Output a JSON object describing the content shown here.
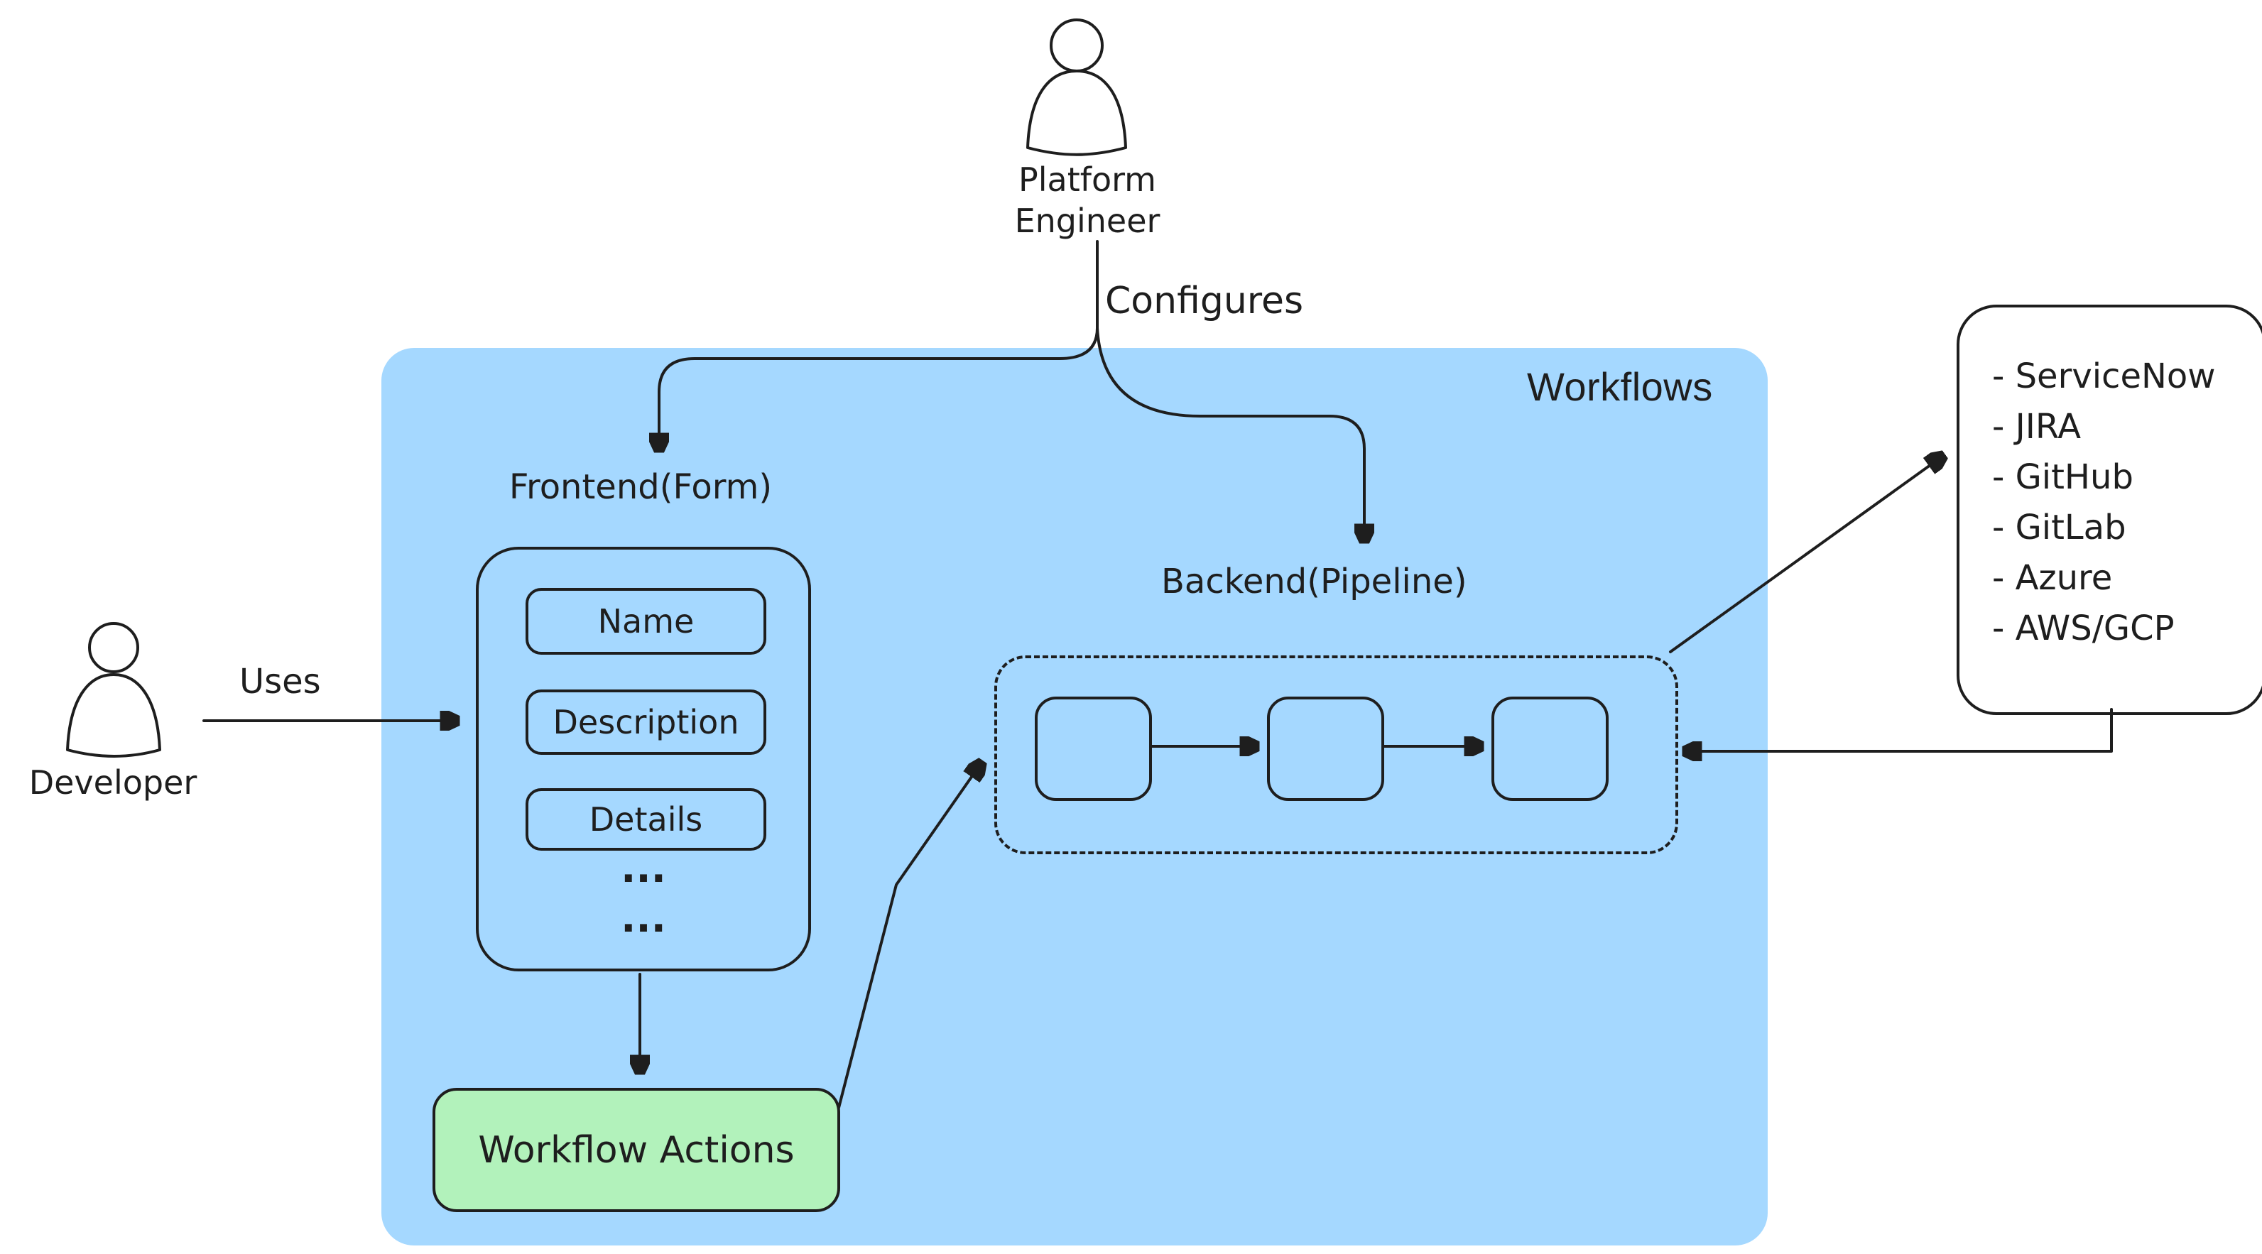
{
  "diagram": {
    "workflows_label": "Workflows",
    "configures_label": "Configures",
    "uses_label": "Uses",
    "platform_engineer": {
      "line1": "Platform",
      "line2": "Engineer"
    },
    "developer_label": "Developer",
    "frontend": {
      "title": "Frontend(Form)",
      "fields": [
        "Name",
        "Description",
        "Details"
      ],
      "ellipsis": [
        "...",
        "..."
      ]
    },
    "backend": {
      "title": "Backend(Pipeline)"
    },
    "workflow_actions_label": "Workflow Actions",
    "integrations": [
      "- ServiceNow",
      "- JIRA",
      "- GitHub",
      "- GitLab",
      "- Azure",
      "- AWS/GCP"
    ]
  },
  "colors": {
    "background": "#ffffff",
    "container_fill": "#a5d8ff",
    "actions_fill": "#b2f2bb",
    "stroke": "#1e1e1e"
  }
}
